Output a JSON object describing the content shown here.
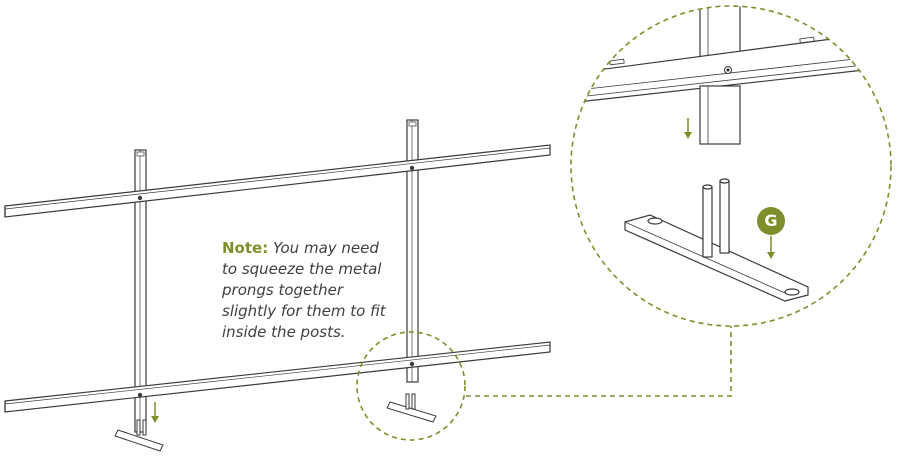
{
  "note": {
    "label": "Note:",
    "lines": [
      "You may need",
      "to squeeze the metal",
      "prongs together",
      "slightly for them to fit",
      "inside the posts."
    ]
  },
  "callout": {
    "part_label": "G"
  },
  "colors": {
    "line": "#3a3a3a",
    "accent": "#7c8f2a",
    "text": "#3f3f3f"
  }
}
